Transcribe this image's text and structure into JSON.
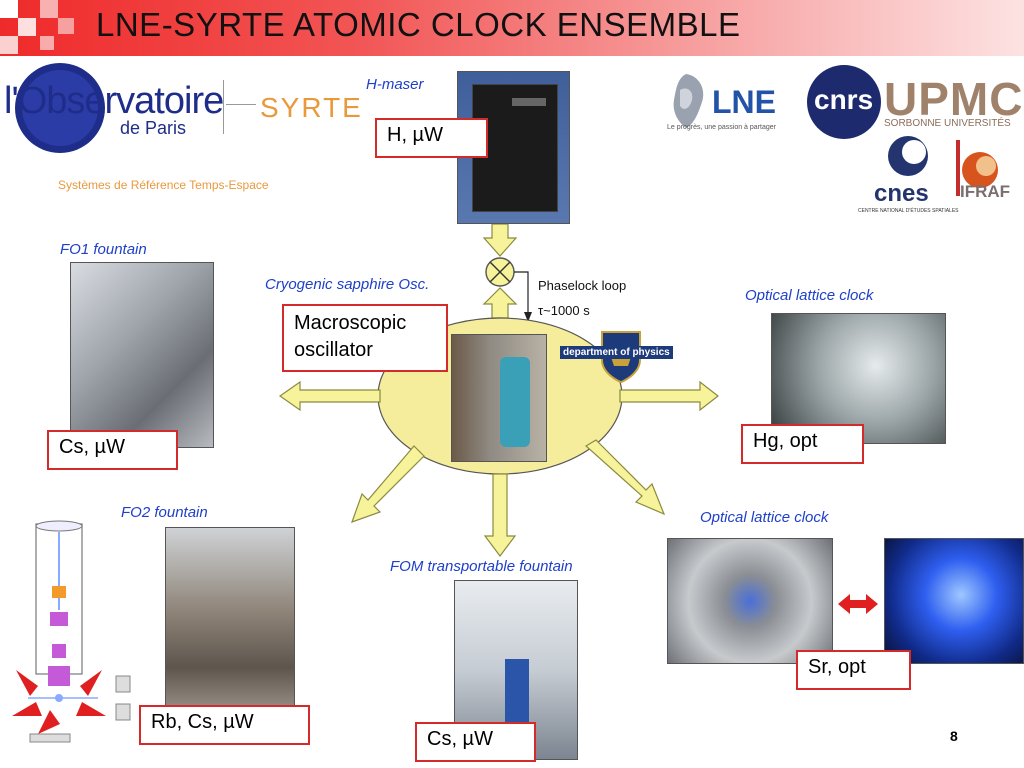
{
  "slide": {
    "title": "LNE-SYRTE ATOMIC CLOCK ENSEMBLE",
    "page_number": "8"
  },
  "logos": {
    "observatoire_big": "l'Observatoire",
    "observatoire_sub": "de Paris",
    "syrte": "SYRTE",
    "syrte_tagline": "Systèmes de Référence Temps-Espace",
    "lne": "LNE",
    "lne_tagline": "Le progrès, une passion à partager",
    "cnrs": "cnrs",
    "upmc": "UPMC",
    "upmc_sub": "SORBONNE UNIVERSITÉS",
    "cnes": "cnes",
    "cnes_sub": "CENTRE NATIONAL D'ÉTUDES SPATIALES",
    "ifraf": "IFRAF",
    "dept_physics": "department of physics"
  },
  "center": {
    "caption": "Cryogenic sapphire Osc.",
    "label": "Macroscopic\noscillator",
    "phaselock": "Phaselock loop",
    "tau": "τ~1000 s"
  },
  "nodes": {
    "hmaser": {
      "caption": "H-maser",
      "label": "H, µW"
    },
    "fo1": {
      "caption": "FO1 fountain",
      "label": "Cs, µW"
    },
    "fo2": {
      "caption": "FO2 fountain",
      "label": "Rb, Cs, µW"
    },
    "fom": {
      "caption": "FOM transportable fountain",
      "label": "Cs, µW"
    },
    "hg": {
      "caption": "Optical lattice clock",
      "label": "Hg, opt"
    },
    "sr": {
      "caption": "Optical lattice clock",
      "label": "Sr, opt"
    }
  },
  "colors": {
    "arrow_fill": "#f7f39a",
    "arrow_stroke": "#8a8a40",
    "ellipse_fill": "#f5ec9c",
    "label_border": "#d42a2a",
    "caption": "#1e3fc8",
    "double_arrow": "#e02020"
  }
}
